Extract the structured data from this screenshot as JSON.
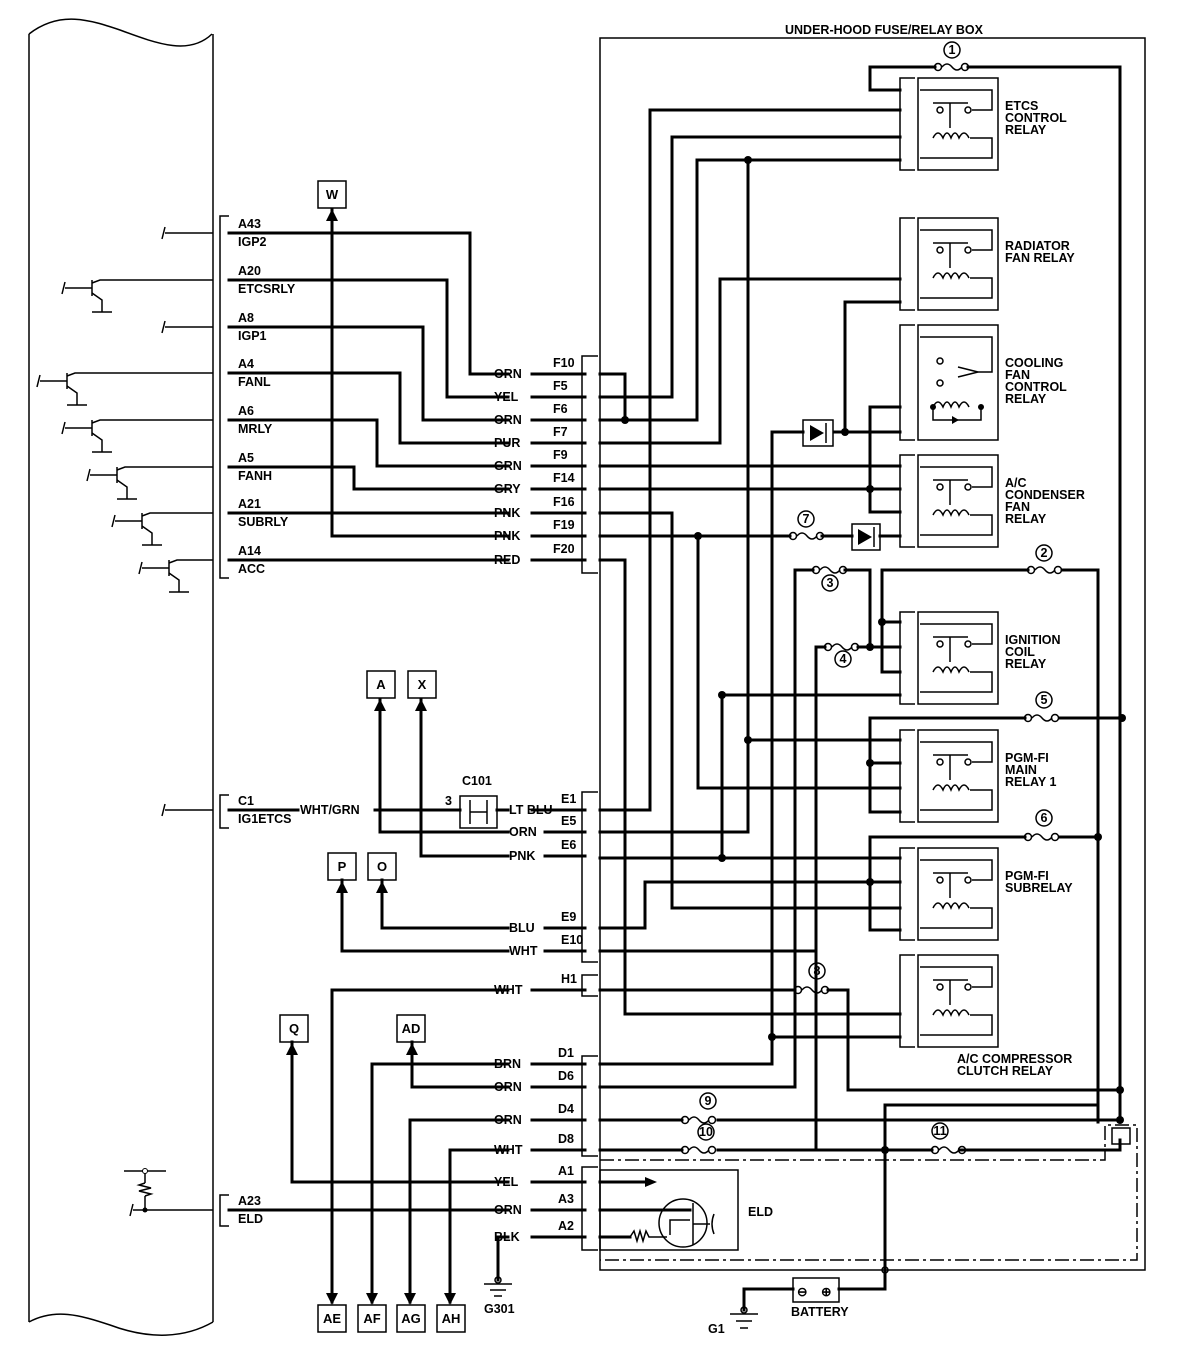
{
  "title": "UNDER-HOOD FUSE/RELAY BOX",
  "ecm_pins": [
    {
      "pin": "A43",
      "name": "IGP2"
    },
    {
      "pin": "A20",
      "name": "ETCSRLY"
    },
    {
      "pin": "A8",
      "name": "IGP1"
    },
    {
      "pin": "A4",
      "name": "FANL"
    },
    {
      "pin": "A6",
      "name": "MRLY"
    },
    {
      "pin": "A5",
      "name": "FANH"
    },
    {
      "pin": "A21",
      "name": "SUBRLY"
    },
    {
      "pin": "A14",
      "name": "ACC"
    },
    {
      "pin": "C1",
      "name": "IG1ETCS"
    },
    {
      "pin": "A23",
      "name": "ELD"
    }
  ],
  "f_wires": [
    {
      "color": "ORN",
      "pin": "F10"
    },
    {
      "color": "YEL",
      "pin": "F5"
    },
    {
      "color": "ORN",
      "pin": "F6"
    },
    {
      "color": "PUR",
      "pin": "F7"
    },
    {
      "color": "GRN",
      "pin": "F9"
    },
    {
      "color": "GRY",
      "pin": "F14"
    },
    {
      "color": "PNK",
      "pin": "F16"
    },
    {
      "color": "PNK",
      "pin": "F19"
    },
    {
      "color": "RED",
      "pin": "F20"
    }
  ],
  "e_wires": [
    {
      "color": "LT BLU",
      "pin": "E1"
    },
    {
      "color": "ORN",
      "pin": "E5"
    },
    {
      "color": "PNK",
      "pin": "E6"
    },
    {
      "color": "BLU",
      "pin": "E9"
    },
    {
      "color": "WHT",
      "pin": "E10"
    }
  ],
  "h_wires": [
    {
      "color": "WHT",
      "pin": "H1"
    }
  ],
  "d_wires": [
    {
      "color": "BRN",
      "pin": "D1"
    },
    {
      "color": "ORN",
      "pin": "D6"
    },
    {
      "color": "ORN",
      "pin": "D4"
    },
    {
      "color": "WHT",
      "pin": "D8"
    }
  ],
  "a_wires": [
    {
      "color": "YEL",
      "pin": "A1"
    },
    {
      "color": "ORN",
      "pin": "A3"
    },
    {
      "color": "BLK",
      "pin": "A2"
    }
  ],
  "c1_wire": "WHT/GRN",
  "c101": {
    "name": "C101",
    "pin": "3"
  },
  "connectors": [
    "W",
    "A",
    "X",
    "P",
    "O",
    "Q",
    "AD",
    "AE",
    "AF",
    "AG",
    "AH"
  ],
  "relays": [
    {
      "lines": [
        "ETCS",
        "CONTROL",
        "RELAY"
      ]
    },
    {
      "lines": [
        "RADIATOR",
        "FAN RELAY"
      ]
    },
    {
      "lines": [
        "COOLING",
        "FAN",
        "CONTROL",
        "RELAY"
      ]
    },
    {
      "lines": [
        "A/C",
        "CONDENSER",
        "FAN",
        "RELAY"
      ]
    },
    {
      "lines": [
        "IGNITION",
        "COIL",
        "RELAY"
      ]
    },
    {
      "lines": [
        "PGM-FI",
        "MAIN",
        "RELAY 1"
      ]
    },
    {
      "lines": [
        "PGM-FI",
        "SUBRELAY"
      ]
    },
    {
      "lines": [
        "A/C COMPRESSOR",
        "CLUTCH RELAY"
      ]
    }
  ],
  "fuses": [
    "1",
    "2",
    "3",
    "4",
    "5",
    "6",
    "7",
    "8",
    "9",
    "10",
    "11"
  ],
  "eld_label": "ELD",
  "grounds": [
    "G301",
    "G1"
  ],
  "battery": {
    "label": "BATTERY",
    "neg": "⊖",
    "pos": "⊕"
  }
}
